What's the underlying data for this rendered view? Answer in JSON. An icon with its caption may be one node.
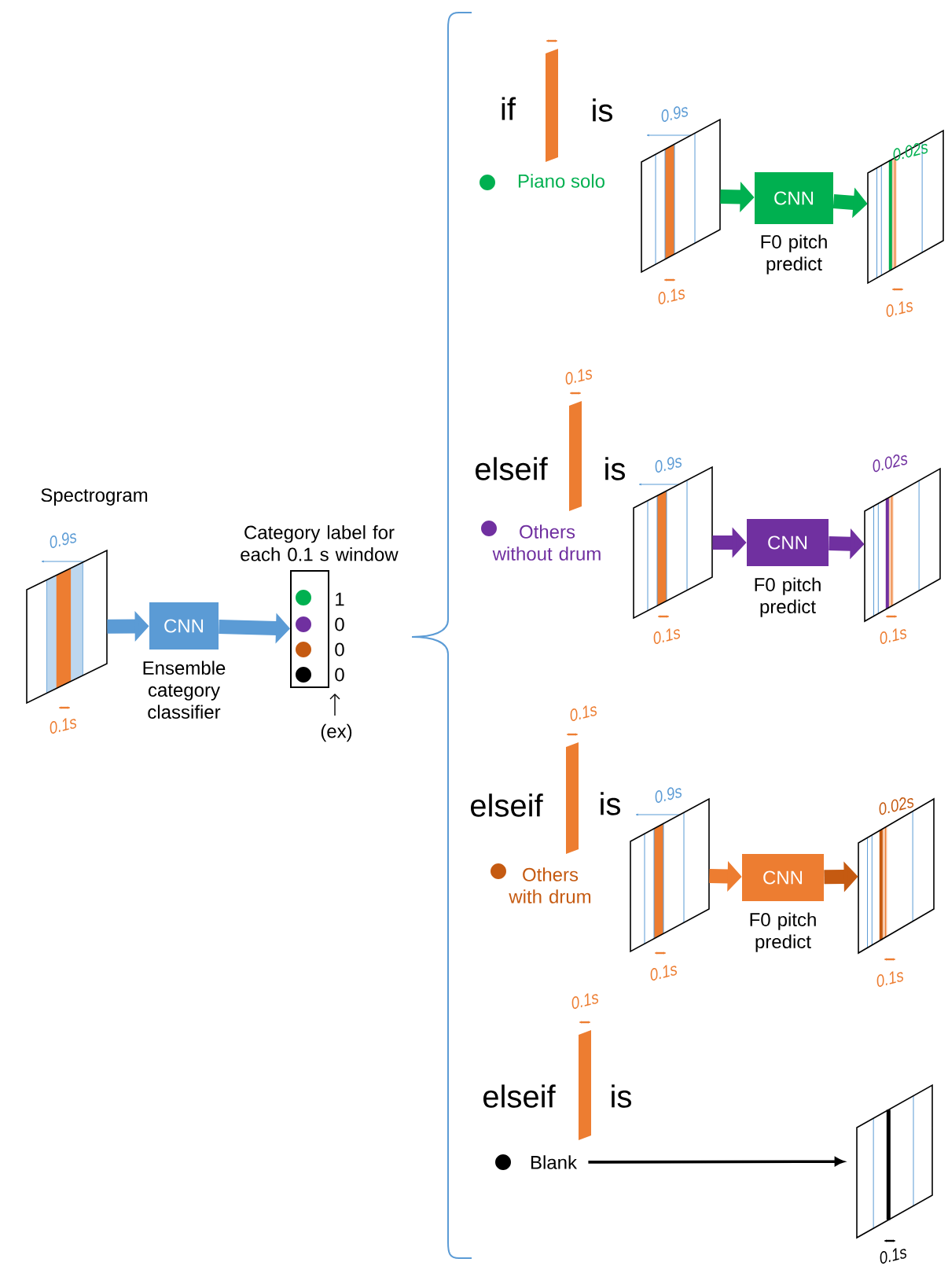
{
  "diagram": {
    "nodes": [
      {
        "text": [
          "Spectrogram"
        ]
      },
      {
        "text": [
          "CNN"
        ],
        "beside": [
          "Ensemble category classifier"
        ]
      },
      {
        "text": [
          "Category label for each 0.1 s window"
        ]
      },
      {
        "text": [],
        "shape": "picture"
      },
      {
        "text": [
          "CNN"
        ],
        "beside": [
          "F0 pitch predict"
        ]
      },
      {
        "text": [],
        "shape": "picture"
      },
      {
        "text": [],
        "shape": "picture"
      },
      {
        "text": [
          "CNN"
        ],
        "beside": [
          "F0 pitch predict"
        ]
      },
      {
        "text": [],
        "shape": "picture"
      },
      {
        "text": [],
        "shape": "picture"
      },
      {
        "text": [
          "CNN"
        ],
        "beside": [
          "F0 pitch predict"
        ]
      },
      {
        "text": [],
        "shape": "picture"
      },
      {
        "text": [
          "Blank"
        ]
      },
      {
        "text": [],
        "shape": "picture"
      }
    ],
    "edges": [
      {
        "from": 0,
        "to": 1,
        "arrow": "to",
        "color": "#5b9bd5"
      },
      {
        "from": 1,
        "to": 2,
        "arrow": "to",
        "color": "#5b9bd5"
      },
      {
        "from": 3,
        "to": 4,
        "arrow": "to",
        "color": "#00b050"
      },
      {
        "from": 4,
        "to": 5,
        "arrow": "to",
        "color": "#00b050"
      },
      {
        "from": 6,
        "to": 7,
        "arrow": "to",
        "color": "#7030a0"
      },
      {
        "from": 7,
        "to": 8,
        "arrow": "to",
        "color": "#7030a0"
      },
      {
        "from": 9,
        "to": 10,
        "arrow": "to",
        "color": "#ed7d31"
      },
      {
        "from": 10,
        "to": 11,
        "arrow": "to",
        "color": "#c55a11"
      },
      {
        "from": 12,
        "to": 13,
        "arrow": "to",
        "color": "#000000"
      }
    ],
    "labels": [
      "0.9s",
      "0.1s",
      "1",
      "0",
      "0",
      "0",
      "(ex)",
      "if",
      "is",
      "Piano solo",
      "0.9s",
      "0.1s",
      "0.02s",
      "0.1s",
      "0.1s",
      "elseif",
      "is",
      "Others without drum",
      "0.9s",
      "0.1s",
      "0.02s",
      "0.1s",
      "0.1s",
      "elseif",
      "is",
      "Others with drum",
      "0.9s",
      "0.1s",
      "0.02s",
      "0.1s",
      "0.1s",
      "elseif",
      "is",
      "0.1s"
    ]
  }
}
